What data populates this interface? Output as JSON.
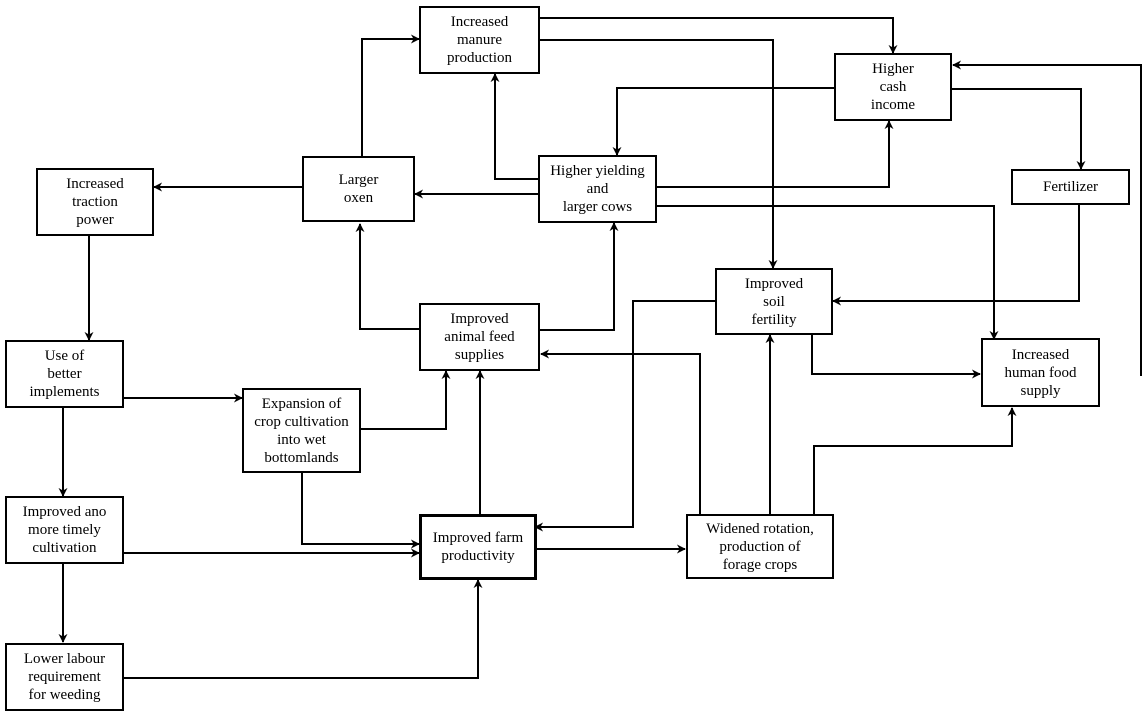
{
  "title": "Farm productivity causal diagram",
  "nodes": {
    "manure": {
      "label": "Increased\nmanure\nproduction"
    },
    "cash": {
      "label": "Higher\ncash\nincome"
    },
    "traction": {
      "label": "Increased\ntraction\npower"
    },
    "oxen": {
      "label": "Larger\noxen"
    },
    "cows": {
      "label": "Higher yielding\nand\nlarger cows"
    },
    "fertilizer": {
      "label": "Fertilizer"
    },
    "soil": {
      "label": "Improved\nsoil\nfertility"
    },
    "feed": {
      "label": "Improved\nanimal feed\nsupplies"
    },
    "implements": {
      "label": "Use of\nbetter\nimplements"
    },
    "expansion": {
      "label": "Expansion of\ncrop cultivation\ninto wet\nbottomlands"
    },
    "food": {
      "label": "Increased\nhuman food\nsupply"
    },
    "timely": {
      "label": "Improved ano\nmore timely\ncultivation"
    },
    "productivity": {
      "label": "Improved farm\nproductivity"
    },
    "rotation": {
      "label": "Widened rotation,\nproduction of\nforage crops"
    },
    "labour": {
      "label": "Lower labour\nrequirement\nfor weeding"
    }
  },
  "edges": [
    {
      "from": "oxen",
      "to": "traction"
    },
    {
      "from": "oxen",
      "to": "manure"
    },
    {
      "from": "cows",
      "to": "oxen"
    },
    {
      "from": "cows",
      "to": "manure"
    },
    {
      "from": "cows",
      "to": "cash"
    },
    {
      "from": "cows",
      "to": "food"
    },
    {
      "from": "manure",
      "to": "cash"
    },
    {
      "from": "manure",
      "to": "soil"
    },
    {
      "from": "cash",
      "to": "cows"
    },
    {
      "from": "cash",
      "to": "fertilizer"
    },
    {
      "from": "fertilizer",
      "to": "soil"
    },
    {
      "from": "food",
      "to": "cash"
    },
    {
      "from": "soil",
      "to": "food"
    },
    {
      "from": "soil",
      "to": "productivity"
    },
    {
      "from": "feed",
      "to": "oxen"
    },
    {
      "from": "feed",
      "to": "cows"
    },
    {
      "from": "traction",
      "to": "implements"
    },
    {
      "from": "implements",
      "to": "expansion"
    },
    {
      "from": "implements",
      "to": "timely"
    },
    {
      "from": "expansion",
      "to": "feed"
    },
    {
      "from": "expansion",
      "to": "productivity"
    },
    {
      "from": "timely",
      "to": "productivity"
    },
    {
      "from": "timely",
      "to": "labour"
    },
    {
      "from": "labour",
      "to": "productivity"
    },
    {
      "from": "productivity",
      "to": "feed"
    },
    {
      "from": "productivity",
      "to": "rotation"
    },
    {
      "from": "rotation",
      "to": "feed"
    },
    {
      "from": "rotation",
      "to": "soil"
    },
    {
      "from": "rotation",
      "to": "food"
    }
  ]
}
